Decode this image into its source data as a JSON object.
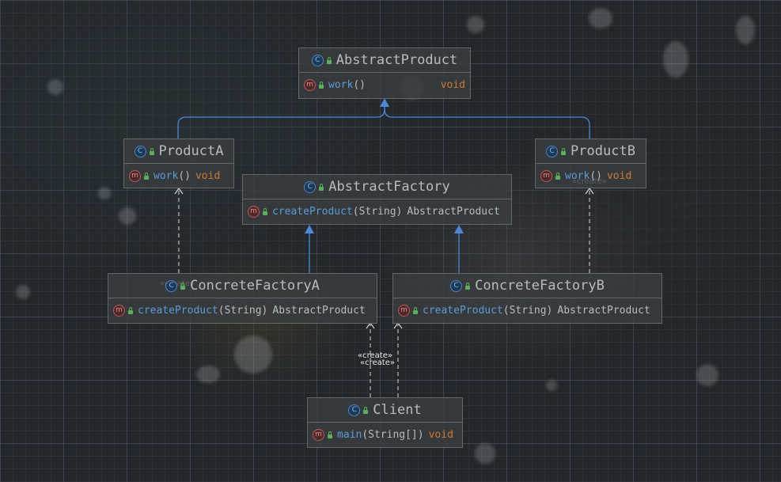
{
  "diagram": {
    "classes": {
      "abstract_product": {
        "name": "AbstractProduct",
        "method": {
          "name": "work",
          "params": "()",
          "return": "void"
        }
      },
      "product_a": {
        "name": "ProductA",
        "method": {
          "name": "work",
          "params": "()",
          "return": "void"
        }
      },
      "product_b": {
        "name": "ProductB",
        "method": {
          "name": "work",
          "params": "()",
          "return": "void"
        }
      },
      "abstract_factory": {
        "name": "AbstractFactory",
        "method": {
          "name": "createProduct",
          "params": "(String)",
          "return": "AbstractProduct"
        }
      },
      "concrete_factory_a": {
        "name": "ConcreteFactoryA",
        "method": {
          "name": "createProduct",
          "params": "(String)",
          "return": "AbstractProduct"
        }
      },
      "concrete_factory_b": {
        "name": "ConcreteFactoryB",
        "method": {
          "name": "createProduct",
          "params": "(String)",
          "return": "AbstractProduct"
        }
      },
      "client": {
        "name": "Client",
        "method": {
          "name": "main",
          "params": "(String[])",
          "return": "void"
        }
      }
    },
    "relations": {
      "create_label": "«create»",
      "list": [
        {
          "from": "ProductA",
          "to": "AbstractProduct",
          "type": "realization"
        },
        {
          "from": "ProductB",
          "to": "AbstractProduct",
          "type": "realization"
        },
        {
          "from": "ConcreteFactoryA",
          "to": "AbstractFactory",
          "type": "realization"
        },
        {
          "from": "ConcreteFactoryB",
          "to": "AbstractFactory",
          "type": "realization"
        },
        {
          "from": "ConcreteFactoryA",
          "to": "ProductA",
          "type": "dependency",
          "label": "«create»"
        },
        {
          "from": "ConcreteFactoryB",
          "to": "ProductB",
          "type": "dependency",
          "label": "«create»"
        },
        {
          "from": "Client",
          "to": "ConcreteFactoryA",
          "type": "dependency",
          "label": "«create»"
        },
        {
          "from": "Client",
          "to": "ConcreteFactoryB",
          "type": "dependency",
          "label": "«create»"
        }
      ]
    },
    "icons": {
      "class": "class-icon",
      "method": "method-icon",
      "visibility": "public-lock-icon"
    },
    "colors": {
      "realization": "#4f86d6",
      "dependency": "#d8d8d8",
      "method_name": "#5c9bd6",
      "keyword": "#cc7832",
      "node_border": "#64686b"
    }
  }
}
